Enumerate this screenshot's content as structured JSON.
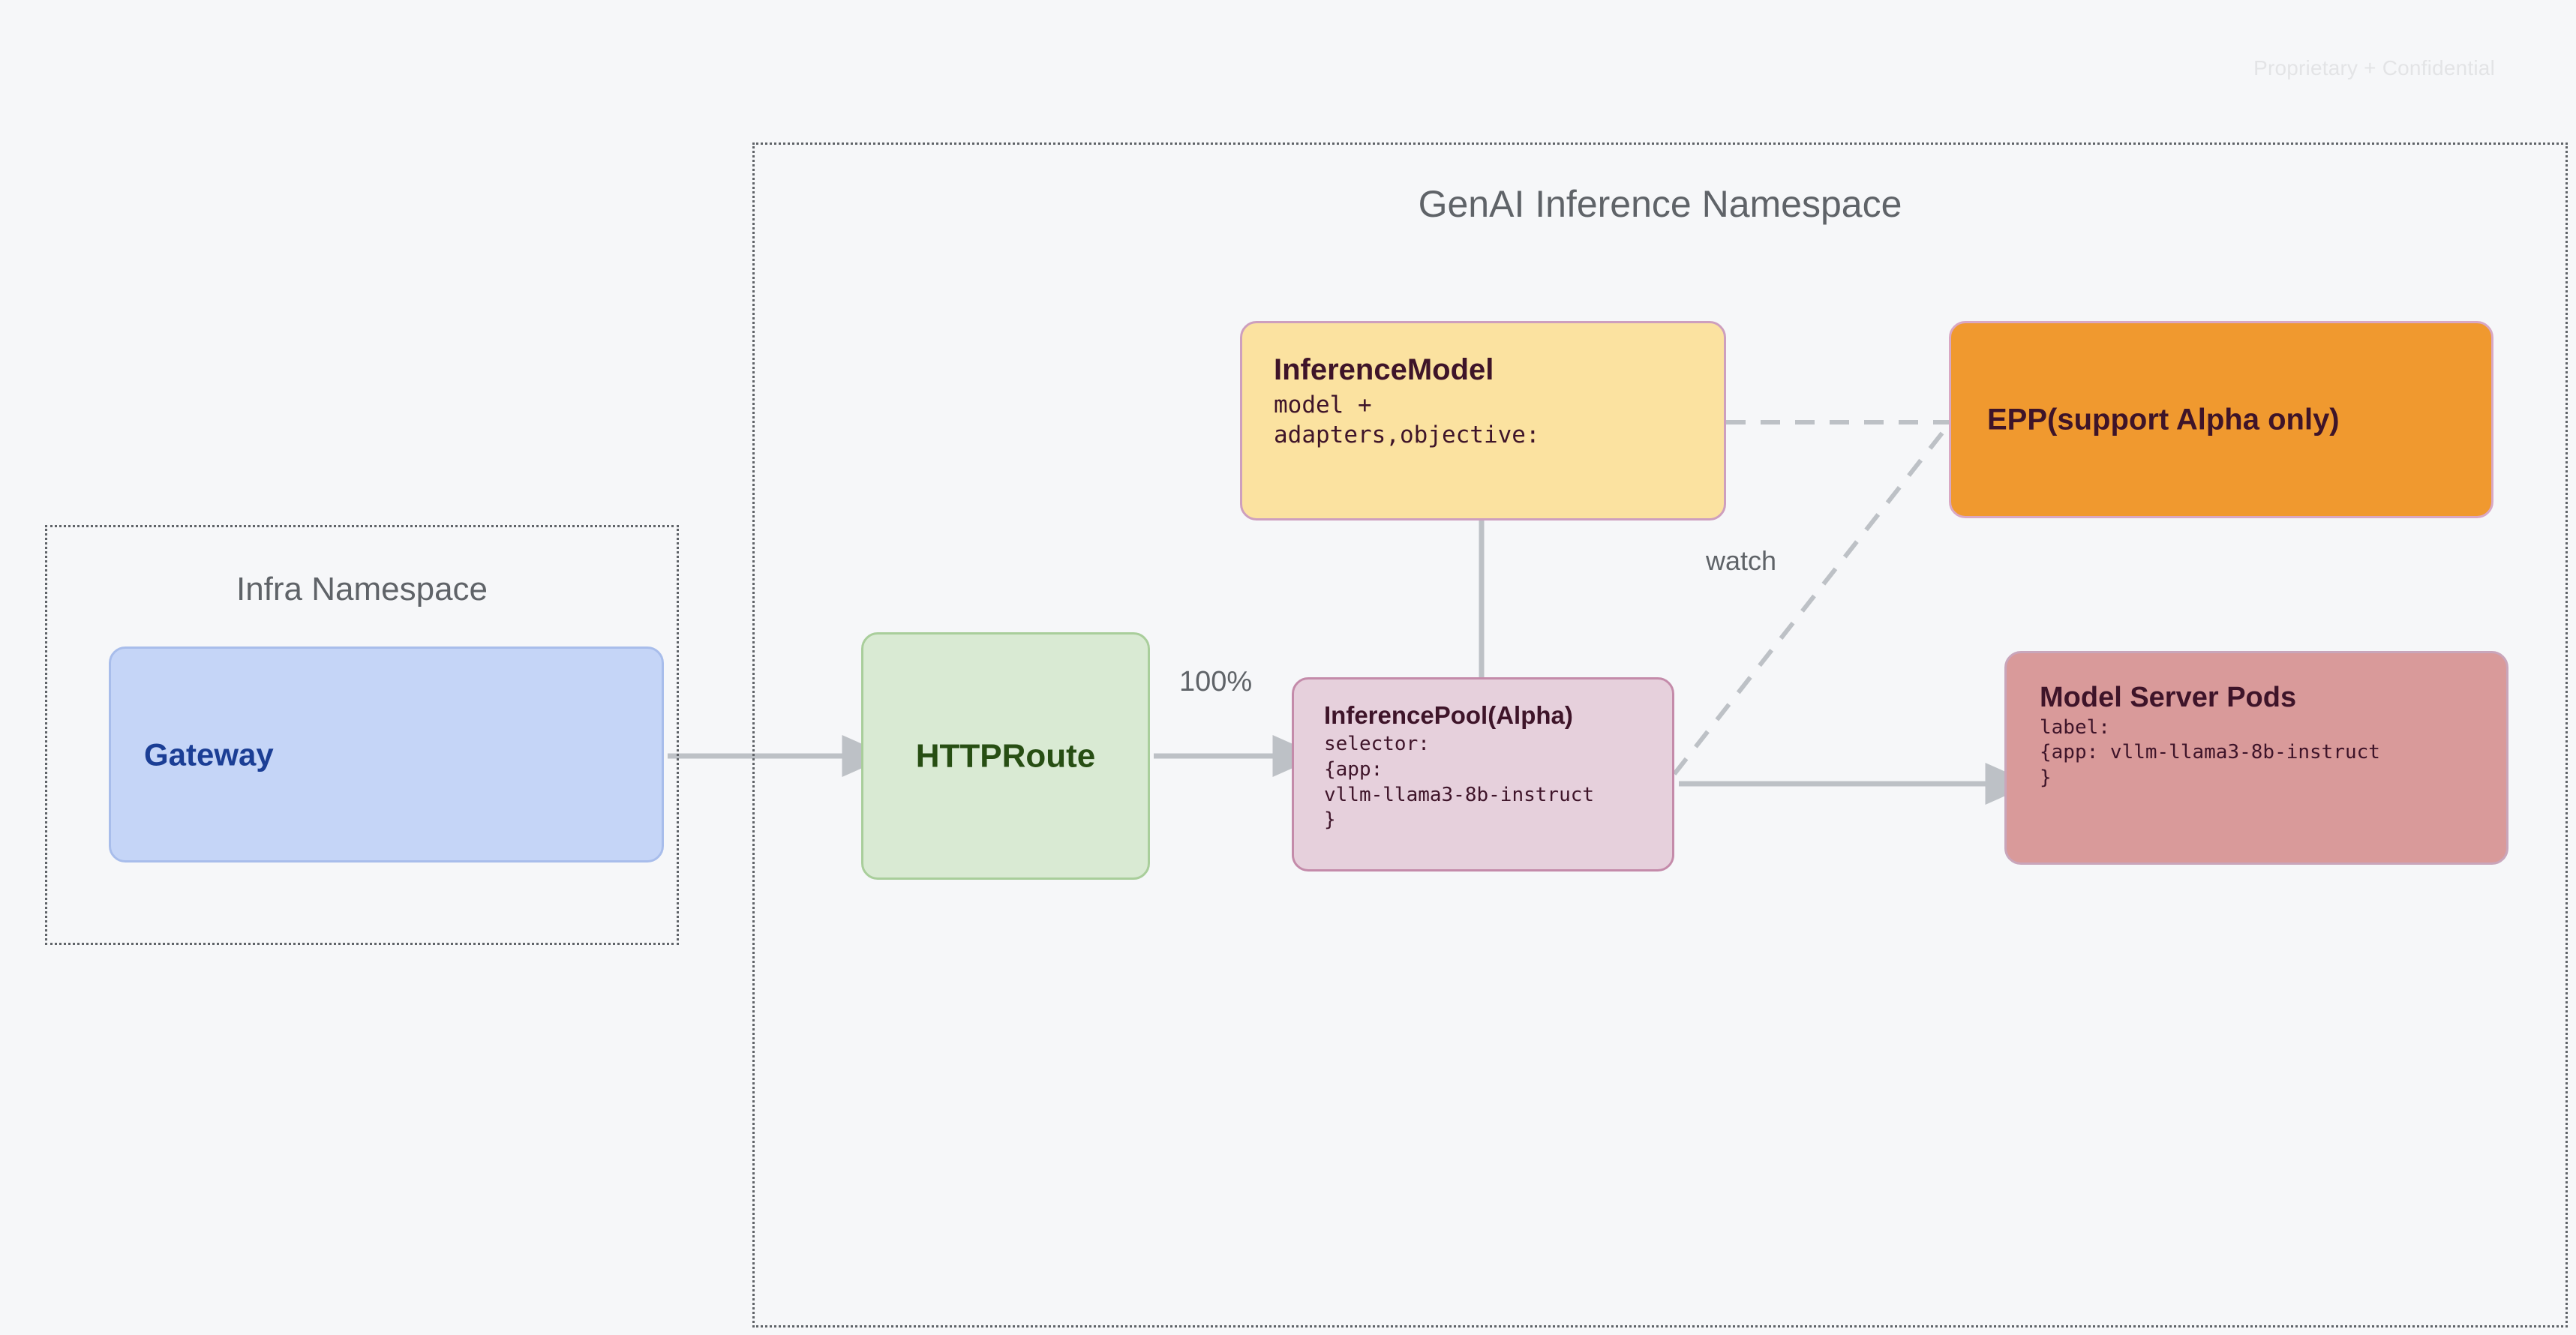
{
  "watermark": "Proprietary + Confidential",
  "namespaces": [
    {
      "id": "infra",
      "title": "Infra Namespace"
    },
    {
      "id": "genai",
      "title": "GenAI Inference Namespace"
    }
  ],
  "nodes": {
    "gateway": {
      "title": "Gateway",
      "fill": "#C5D5F7",
      "border": "#A8BDEB",
      "text_color": "#1B3E95"
    },
    "httproute": {
      "title": "HTTPRoute",
      "fill": "#D9EAD3",
      "border": "#A9CE9B",
      "text_color": "#274E13"
    },
    "inferencemodel": {
      "title": "InferenceModel",
      "sub": "model +\nadapters,objective:",
      "fill": "#FBE2A0",
      "border": "#CD9FBE",
      "text_color": "#3E1429"
    },
    "inferencepool": {
      "title": "InferencePool(Alpha)",
      "sub": "selector:\n{app:\nvllm-llama3-8b-instruct\n}",
      "fill": "#E6D0DC",
      "border": "#C48BAA",
      "text_color": "#3E1429"
    },
    "epp": {
      "title": "EPP(support Alpha only)",
      "fill": "#F0992F",
      "border": "#D9A8C4",
      "text_color": "#3E1429"
    },
    "modelpods": {
      "title": "Model Server Pods",
      "sub": "label:\n{app: vllm-llama3-8b-instruct\n}",
      "fill": "#D99A9A",
      "border": "#C9A6BB",
      "text_color": "#3E1429"
    }
  },
  "edges": {
    "gateway_to_httproute": {
      "label": "",
      "style": "solid-arrow"
    },
    "httproute_to_inferencepool": {
      "label": "100%",
      "style": "solid-arrow"
    },
    "inferencemodel_to_inferencepool": {
      "label": "",
      "style": "solid-line"
    },
    "inferencemodel_to_epp": {
      "label": "",
      "style": "dashed"
    },
    "inferencepool_to_epp": {
      "label": "watch",
      "style": "dashed"
    },
    "inferencepool_to_modelpods": {
      "label": "",
      "style": "solid-arrow"
    }
  },
  "colors": {
    "background": "#F6F7F9",
    "namespace_border": "#5F6368",
    "edge": "#BDC1C6",
    "label_text": "#5F6368"
  }
}
